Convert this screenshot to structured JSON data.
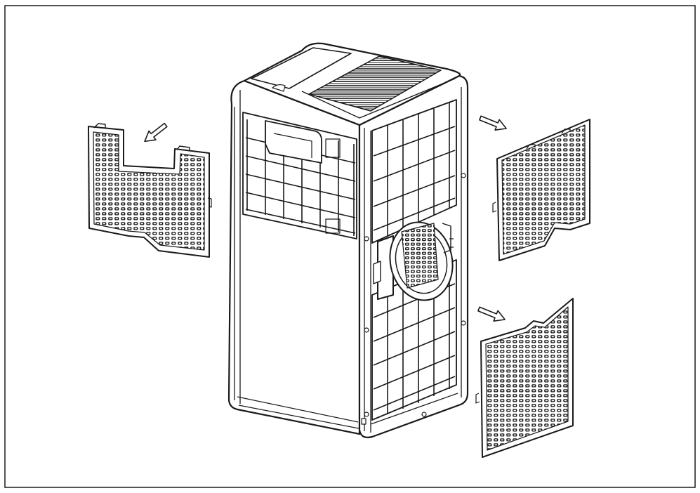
{
  "figure": {
    "subject": "portable-air-conditioner-filter-removal",
    "line_color": "#1a1a1a",
    "fill_color": "#ffffff",
    "frame_color": "#1a1a1a",
    "arrow_icon": "hollow-arrow-icon"
  },
  "parts": [
    {
      "name": "air-conditioner-unit"
    },
    {
      "name": "upper-back-filter"
    },
    {
      "name": "upper-side-filter"
    },
    {
      "name": "lower-side-filter"
    },
    {
      "name": "exhaust-hose-adapter"
    }
  ]
}
